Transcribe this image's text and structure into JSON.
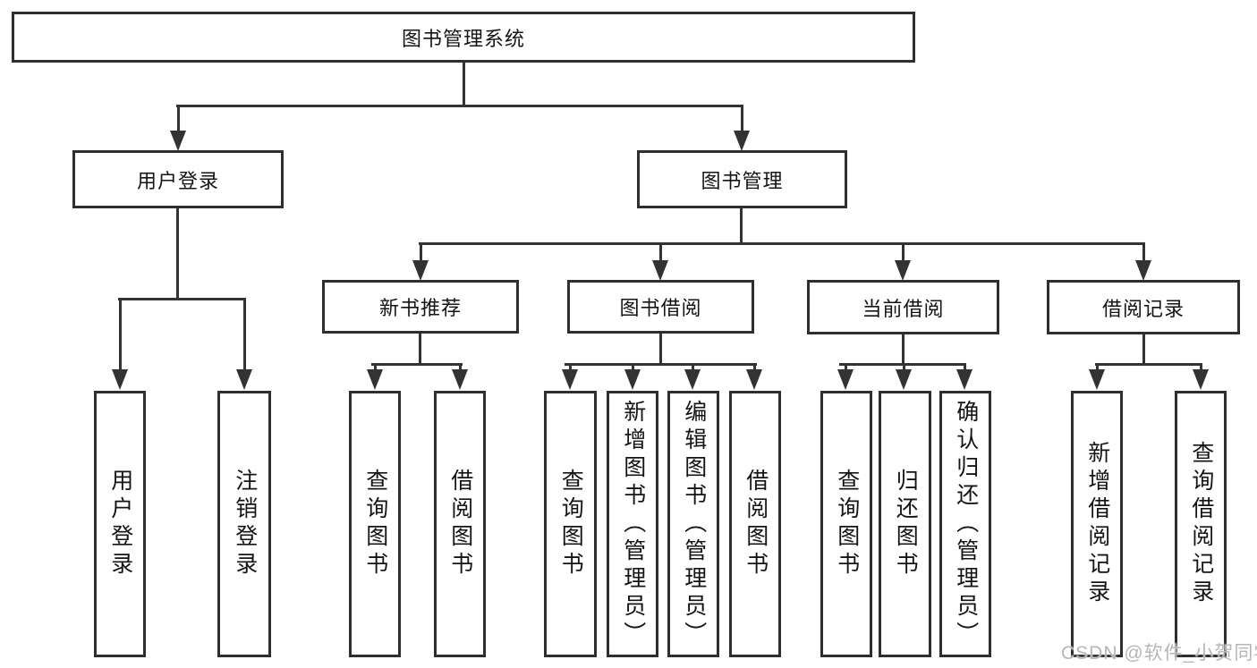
{
  "diagram": {
    "title": "图书管理系统",
    "type": "hierarchy-tree"
  },
  "nodes": [
    {
      "id": "library-system",
      "label": "图书管理系统",
      "level": 0,
      "parent": null
    },
    {
      "id": "user-login",
      "label": "用户登录",
      "level": 1,
      "parent": "library-system"
    },
    {
      "id": "book-management",
      "label": "图书管理",
      "level": 1,
      "parent": "library-system"
    },
    {
      "id": "new-book-recommend",
      "label": "新书推荐",
      "level": 2,
      "parent": "book-management"
    },
    {
      "id": "book-borrow",
      "label": "图书借阅",
      "level": 2,
      "parent": "book-management"
    },
    {
      "id": "current-borrow",
      "label": "当前借阅",
      "level": 2,
      "parent": "book-management"
    },
    {
      "id": "borrow-records",
      "label": "借阅记录",
      "level": 2,
      "parent": "book-management"
    },
    {
      "id": "leaf-user-login",
      "label": "用户登录",
      "level": 2,
      "parent": "user-login"
    },
    {
      "id": "leaf-logout",
      "label": "注销登录",
      "level": 2,
      "parent": "user-login"
    },
    {
      "id": "leaf-query-book-1",
      "label": "查询图书",
      "level": 3,
      "parent": "new-book-recommend"
    },
    {
      "id": "leaf-borrow-book-1",
      "label": "借阅图书",
      "level": 3,
      "parent": "new-book-recommend"
    },
    {
      "id": "leaf-query-book-2",
      "label": "查询图书",
      "level": 3,
      "parent": "book-borrow"
    },
    {
      "id": "leaf-add-book-admin",
      "label": "新增图书（管理员）",
      "level": 3,
      "parent": "book-borrow"
    },
    {
      "id": "leaf-edit-book-admin",
      "label": "编辑图书（管理员）",
      "level": 3,
      "parent": "book-borrow"
    },
    {
      "id": "leaf-borrow-book-2",
      "label": "借阅图书",
      "level": 3,
      "parent": "book-borrow"
    },
    {
      "id": "leaf-query-book-3",
      "label": "查询图书",
      "level": 3,
      "parent": "current-borrow"
    },
    {
      "id": "leaf-return-book",
      "label": "归还图书",
      "level": 3,
      "parent": "current-borrow"
    },
    {
      "id": "leaf-confirm-return-admin",
      "label": "确认归还（管理员）",
      "level": 3,
      "parent": "current-borrow"
    },
    {
      "id": "leaf-add-borrow-record",
      "label": "新增借阅记录",
      "level": 3,
      "parent": "borrow-records"
    },
    {
      "id": "leaf-query-borrow-record",
      "label": "查询借阅记录",
      "level": 3,
      "parent": "borrow-records"
    }
  ],
  "watermark": {
    "text": "CSDN @软件_小贺同学",
    "color": "#b6b6b6"
  },
  "colors": {
    "line": "#333333",
    "box_border": "#2e2e2e",
    "text": "#141414",
    "background": "#ffffff"
  }
}
